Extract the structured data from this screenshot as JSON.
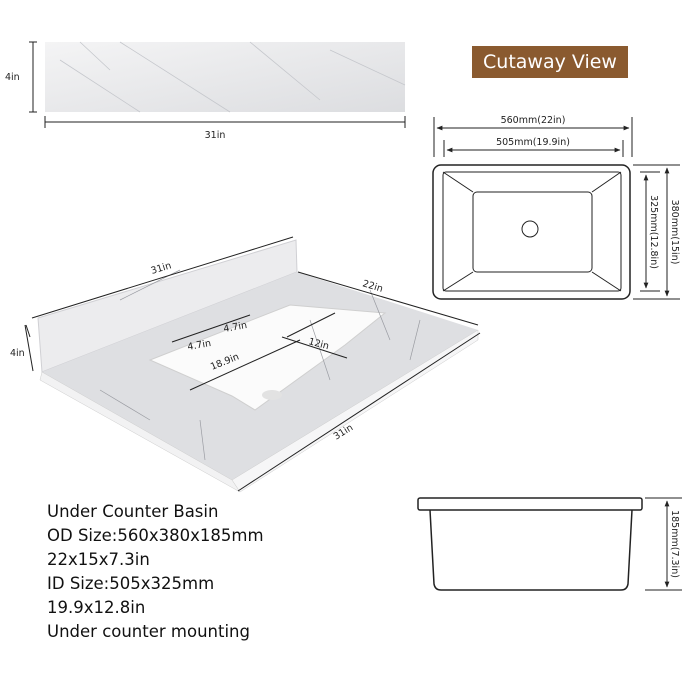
{
  "badge": {
    "label": "Cutaway View",
    "color": "#8a5a2f"
  },
  "backsplash_view": {
    "height_label": "4in",
    "width_label": "31in"
  },
  "countertop_view": {
    "back_width_label": "31in",
    "depth_label": "22in",
    "backsplash_height_label": "4in",
    "front_width_label": "31in",
    "faucet_left_label": "4.7in",
    "faucet_right_label": "4.7in",
    "sink_length_label": "18.9in",
    "sink_width_label": "12in"
  },
  "cutaway_view": {
    "outer_width_label": "560mm(22in)",
    "inner_width_label": "505mm(19.9in)",
    "inner_depth_label": "325mm(12.8in)",
    "outer_depth_label": "380mm(15in)"
  },
  "side_view": {
    "height_label": "185mm(7.3in)"
  },
  "specs": [
    "Under Counter Basin",
    "OD Size:560x380x185mm",
    "22x15x7.3in",
    "ID Size:505x325mm",
    "19.9x12.8in",
    "Under counter mounting"
  ]
}
